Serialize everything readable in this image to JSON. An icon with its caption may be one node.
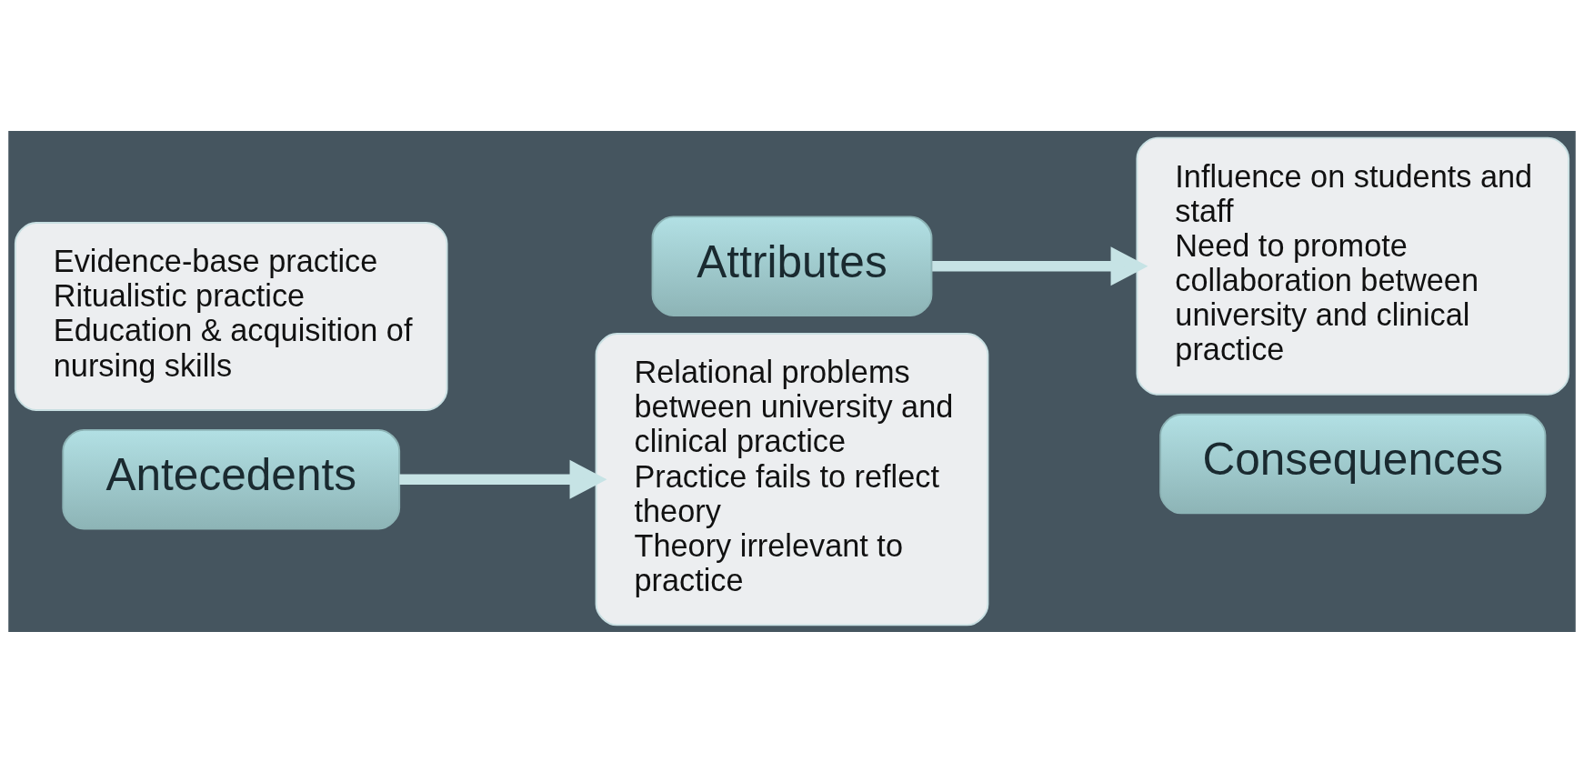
{
  "diagram": {
    "nodes": [
      {
        "text": [
          "Evidence-base practice",
          "Ritualistic practice",
          "Education & acquisition of nursing skills"
        ]
      },
      {
        "text": [
          "Antecedents"
        ]
      },
      {
        "text": [
          "Relational problems between university and clinical practice",
          "Practice fails to reflect theory",
          "Theory irrelevant to practice"
        ]
      },
      {
        "text": [
          "Attributes"
        ]
      },
      {
        "text": [
          "Influence on students and staff",
          "Need to promote collaboration between university and clinical practice"
        ]
      },
      {
        "text": [
          "Consequences"
        ]
      }
    ],
    "edges": [
      {
        "from": 1,
        "to": 2,
        "arrow": "to"
      },
      {
        "from": 3,
        "to": 4,
        "arrow": "to"
      }
    ]
  }
}
